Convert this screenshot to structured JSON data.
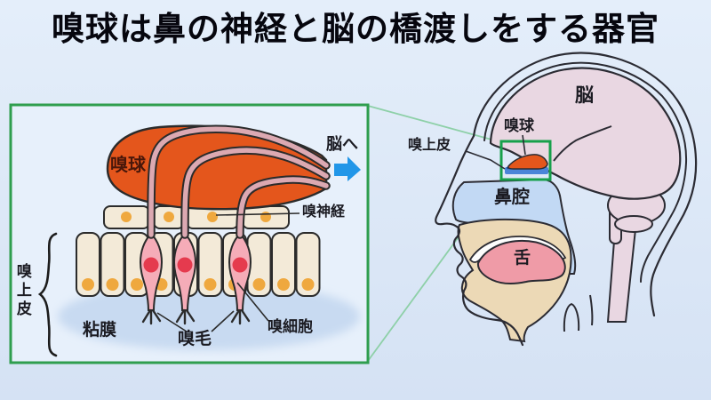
{
  "title": "嗅球は鼻の神経と脳の橋渡しをする器官",
  "detail_box": {
    "olfactory_bulb_label": "嗅球",
    "to_brain_label": "脳へ",
    "olfactory_nerve_label": "嗅神経",
    "olfactory_epithelium_label": "嗅上皮",
    "mucosa_label": "粘膜",
    "olfactory_cilia_label": "嗅毛",
    "olfactory_cell_label": "嗅細胞",
    "colors": {
      "box_border_green": "#2f9e4e",
      "bulb_orange": "#e4561c",
      "axon_pink": "#dca9b2",
      "cell_cream": "#f3ead8",
      "cell_dot_orange": "#efa83e",
      "receptor_cell_pink": "#f5acb8",
      "nucleus_red": "#e53a4e",
      "mucus_blue": "#c8daf1",
      "arrow_blue": "#2196e8"
    }
  },
  "head_diagram": {
    "brain_label": "脳",
    "olfactory_bulb_label": "嗅球",
    "olfactory_epithelium_label": "嗅上皮",
    "nasal_cavity_label": "鼻腔",
    "tongue_label": "舌",
    "colors": {
      "brain_pink": "#e9d7e2",
      "nasal_cavity_blue": "#c2d9f4",
      "tongue_pink": "#ef9ba7",
      "mouth_tan": "#ecd9b6",
      "epithelium_strip_blue": "#4a85d8",
      "highlight_box_green": "#17a04b",
      "connector_line_green": "#8ed0a8"
    }
  }
}
